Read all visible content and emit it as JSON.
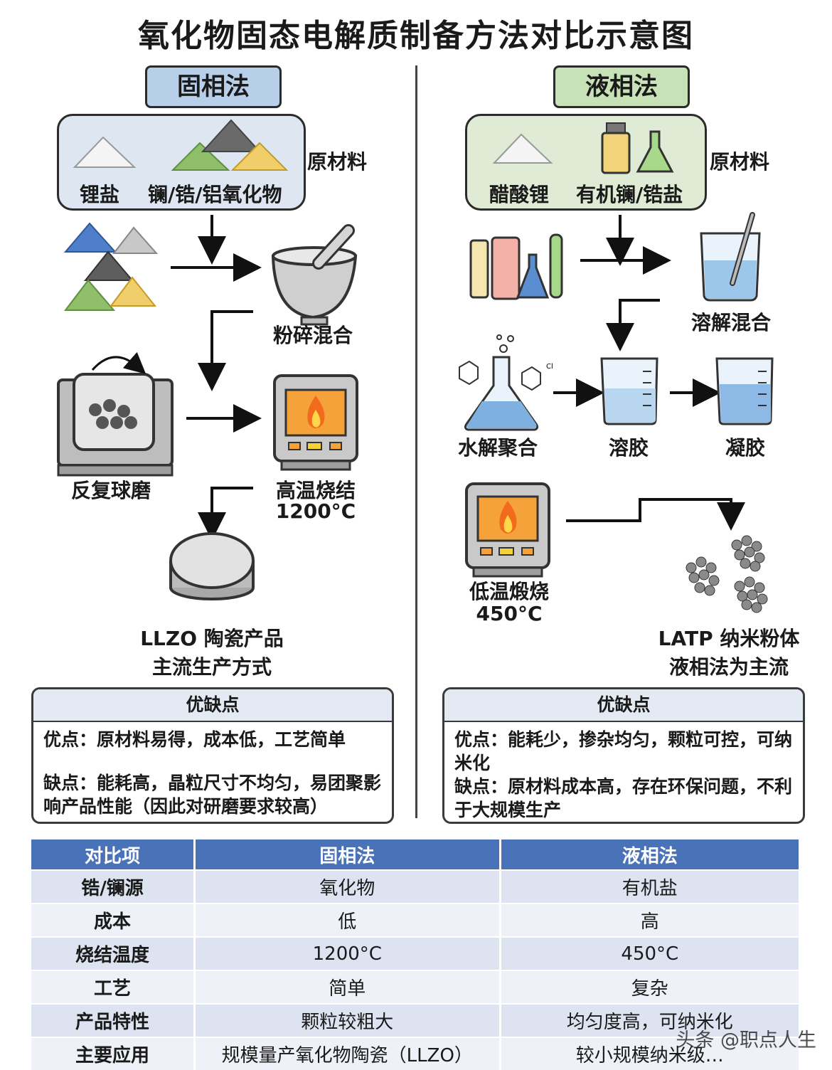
{
  "title": "氧化物固态电解质制备方法对比示意图",
  "solid": {
    "tag": "固相法",
    "raw_label": "原材料",
    "raw_items": [
      "锂盐",
      "镧/锆/铝氧化物"
    ],
    "step_crush": "粉碎混合",
    "step_mill": "反复球磨",
    "step_sinter": "高温烧结",
    "sinter_temp": "1200°C",
    "product_line1": "LLZO 陶瓷产品",
    "product_line2": "主流生产方式",
    "pros_cons_title": "优缺点",
    "pros": "优点：原材料易得，成本低，工艺简单",
    "cons": "缺点：能耗高，晶粒尺寸不均匀，易团聚影响产品性能（因此对研磨要求较高）"
  },
  "liquid": {
    "tag": "液相法",
    "raw_label": "原材料",
    "raw_items": [
      "醋酸锂",
      "有机镧/锆盐"
    ],
    "step_dissolve": "溶解混合",
    "step_hydrolysis": "水解聚合",
    "step_sol": "溶胶",
    "step_gel": "凝胶",
    "step_calcine": "低温煅烧",
    "calcine_temp": "450°C",
    "product_line1": "LATP 纳米粉体",
    "product_line2": "液相法为主流",
    "pros_cons_title": "优缺点",
    "pros": "优点：能耗少，掺杂均匀，颗粒可控，可纳米化",
    "cons": "缺点：原材料成本高，存在环保问题，不利于大规模生产"
  },
  "table": {
    "headers": [
      "对比项",
      "固相法",
      "液相法"
    ],
    "rows": [
      [
        "锆/镧源",
        "氧化物",
        "有机盐"
      ],
      [
        "成本",
        "低",
        "高"
      ],
      [
        "烧结温度",
        "1200°C",
        "450°C"
      ],
      [
        "工艺",
        "简单",
        "复杂"
      ],
      [
        "产品特性",
        "颗粒较粗大",
        "均匀度高，可纳米化"
      ],
      [
        "主要应用",
        "规模量产氧化物陶瓷（LLZO）",
        "较小规模纳米级…"
      ]
    ]
  },
  "watermark": "头条 @职点人生",
  "colors": {
    "solid_tag": "#b8cfe9",
    "liquid_tag": "#c8e2b8",
    "table_header": "#4a72b8",
    "flame": "#f26b1d"
  },
  "icons": [
    "powder-pile-icon",
    "mortar-pestle-icon",
    "ball-mill-icon",
    "furnace-icon",
    "ceramic-disc-icon",
    "reagent-bottles-icon",
    "beaker-stir-icon",
    "flask-icon",
    "beaker-icon",
    "nanoparticle-icon"
  ]
}
